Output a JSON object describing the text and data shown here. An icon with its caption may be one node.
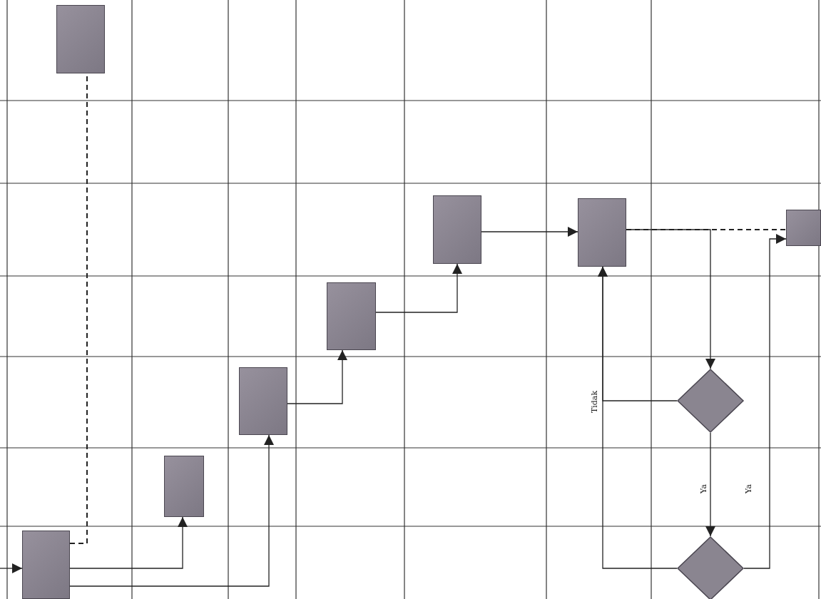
{
  "diagram": {
    "nodes": [
      {
        "text": [],
        "shape": "box"
      },
      {
        "text": [],
        "shape": "box"
      },
      {
        "text": [],
        "shape": "box"
      },
      {
        "text": [],
        "shape": "box"
      },
      {
        "text": [],
        "shape": "box"
      },
      {
        "text": [],
        "shape": "box"
      },
      {
        "text": [],
        "shape": "diamond"
      },
      {
        "text": [],
        "shape": "box"
      },
      {
        "text": [],
        "shape": "box"
      },
      {
        "text": [],
        "shape": "diamond"
      }
    ],
    "edges": [
      {
        "from": null,
        "to": 8,
        "arrow": "to"
      },
      {
        "from": 8,
        "to": 0,
        "arrow": "none",
        "style": "dashed"
      },
      {
        "from": 8,
        "to": 7,
        "arrow": "to"
      },
      {
        "from": 8,
        "to": 5,
        "arrow": "to"
      },
      {
        "from": 5,
        "to": 4,
        "arrow": "to"
      },
      {
        "from": 4,
        "to": 1,
        "arrow": "to"
      },
      {
        "from": 1,
        "to": 2,
        "arrow": "to"
      },
      {
        "from": 2,
        "to": 3,
        "arrow": "none",
        "style": "dashed"
      },
      {
        "from": 2,
        "to": 6,
        "arrow": "to"
      },
      {
        "from": 6,
        "to": 2,
        "arrow": "to",
        "label": "Tidak"
      },
      {
        "from": 6,
        "to": 9,
        "arrow": "to",
        "label": "Ya"
      },
      {
        "from": 9,
        "to": 2,
        "arrow": "to"
      },
      {
        "from": 9,
        "to": 3,
        "arrow": "to",
        "label": "Ya"
      }
    ]
  }
}
